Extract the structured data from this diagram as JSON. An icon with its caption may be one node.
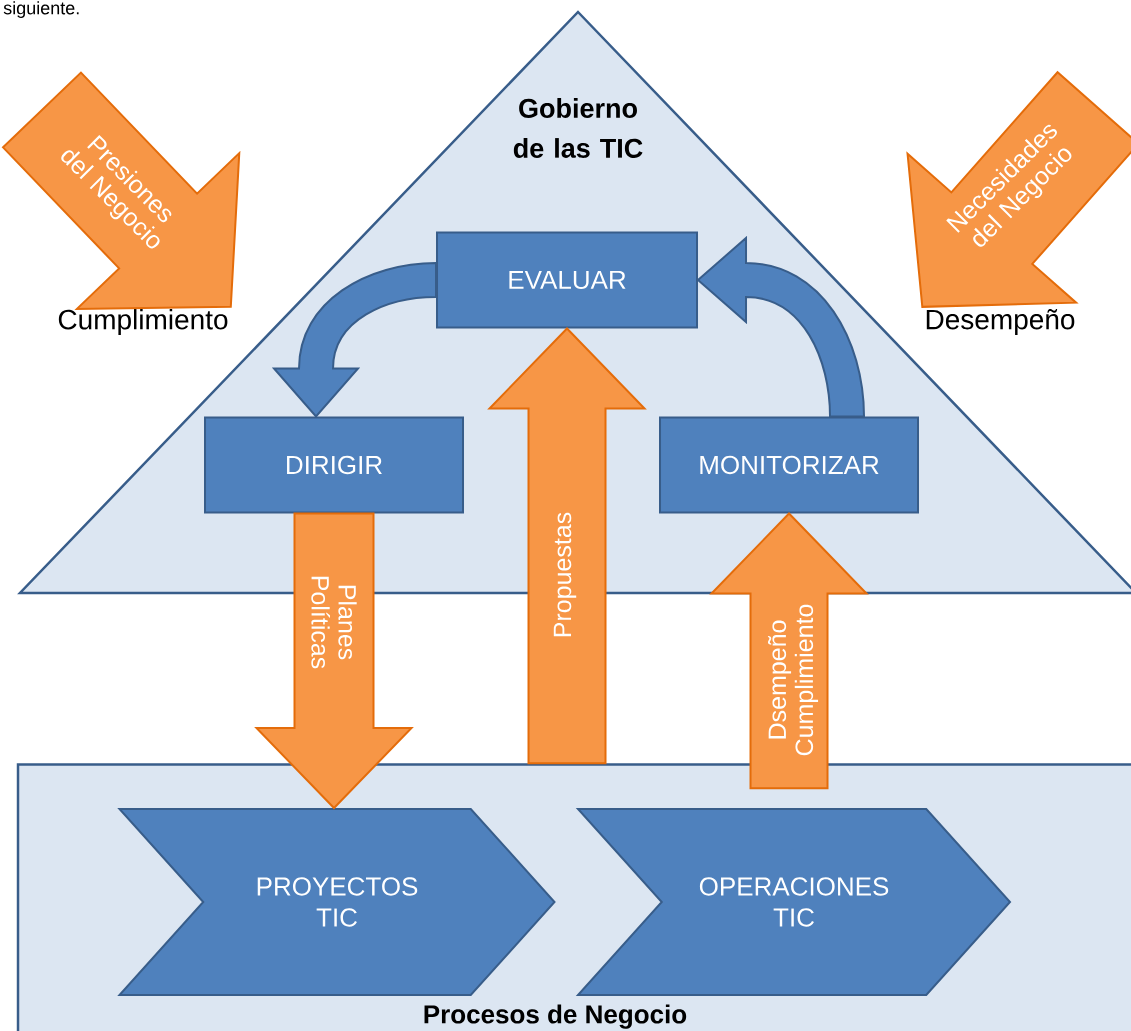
{
  "diagram": {
    "nodes": [
      {
        "text": [
          "Gobierno de las TIC"
        ]
      },
      {
        "text": [
          "EVALUAR"
        ],
        "in": 0
      },
      {
        "text": [
          "DIRIGIR"
        ],
        "in": 0
      },
      {
        "text": [
          "MONITORIZAR"
        ],
        "in": 0
      },
      {
        "text": [
          "Procesos de Negocio"
        ]
      },
      {
        "text": [
          "PROYECTOS TIC"
        ],
        "in": 4
      },
      {
        "text": [
          "OPERACIONES TIC"
        ],
        "in": 4
      },
      {
        "text": [
          "Cumplimiento"
        ]
      },
      {
        "text": [
          "Desempeño"
        ]
      }
    ],
    "edges": [
      {
        "from": 1,
        "to": 2,
        "arrow": "to",
        "color": "#4f81bd"
      },
      {
        "from": 3,
        "to": 1,
        "arrow": "to",
        "color": "#4f81bd"
      },
      {
        "from": 2,
        "to": 5,
        "arrow": "to",
        "label": "Planes Políticas"
      },
      {
        "from": 4,
        "to": 1,
        "arrow": "to",
        "label": "Propuestas"
      },
      {
        "from": 4,
        "to": 3,
        "arrow": "to",
        "label": "Dsempeño Cumplimiento"
      },
      {
        "from": null,
        "to": 7,
        "arrow": "to",
        "label": "Presiones del Negocio"
      },
      {
        "from": null,
        "to": 8,
        "arrow": "to",
        "label": "Necesidades del Negocio"
      }
    ],
    "labels": [
      "siguiente."
    ]
  }
}
